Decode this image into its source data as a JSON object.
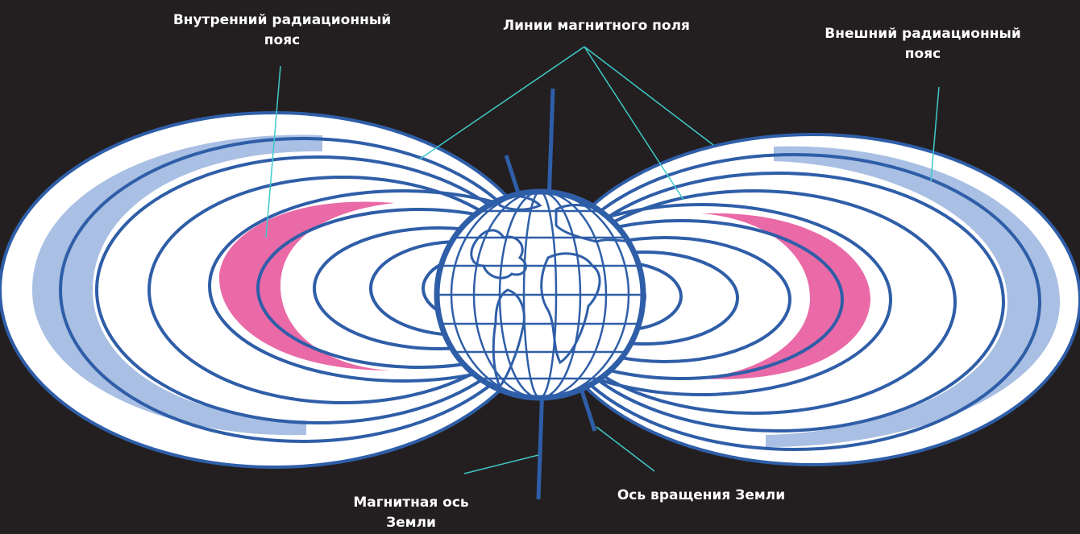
{
  "labels": {
    "inner_belt": [
      "Внутренний радиационный",
      "пояс"
    ],
    "field_lines": "Линии магнитного поля",
    "outer_belt": [
      "Внешний радиационный",
      "пояс"
    ],
    "magnetic_axis": [
      "Магнитная ось",
      "Земли"
    ],
    "rotation_axis": "Ось вращения Земли"
  },
  "colors": {
    "background": "#231f20",
    "field_line": "#2f5ea8",
    "outer_belt": "#a9bfe3",
    "inner_belt": "#e96aa6",
    "leader_line": "#3fc9c9",
    "text": "#ffffff"
  }
}
